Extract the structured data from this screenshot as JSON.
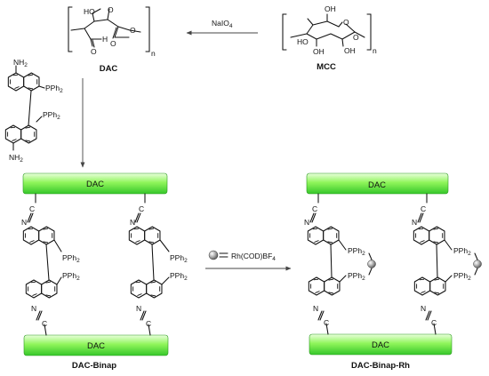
{
  "mcc": {
    "label": "MCC",
    "oh_labels": [
      "OH",
      "HO",
      "OH",
      "OH",
      "O",
      "O",
      "n"
    ]
  },
  "dac_top": {
    "label": "DAC",
    "atom_labels": [
      "HO",
      "O",
      "H",
      "O",
      "O",
      "O",
      "n"
    ]
  },
  "reagents": {
    "periodate": "NaIO",
    "periodate_sub": "4",
    "rhodium": "Rh(COD)BF",
    "rhodium_sub": "4"
  },
  "binap_reagent": {
    "nh2_top": "NH",
    "nh2_bottom": "NH",
    "sub2": "2",
    "pph2": "PPh"
  },
  "dac_binap": {
    "bar_label": "DAC",
    "title": "DAC-Binap",
    "linker_atoms": [
      "N",
      "C"
    ],
    "pph2": "PPh"
  },
  "dac_binap_rh": {
    "bar_label": "DAC",
    "title": "DAC-Binap-Rh",
    "linker_atoms": [
      "N",
      "C"
    ],
    "pph2": "PPh"
  },
  "colors": {
    "bar_light": "#e9ffdc",
    "bar_mid": "#8ff55a",
    "bar_dark": "#35c62a"
  }
}
